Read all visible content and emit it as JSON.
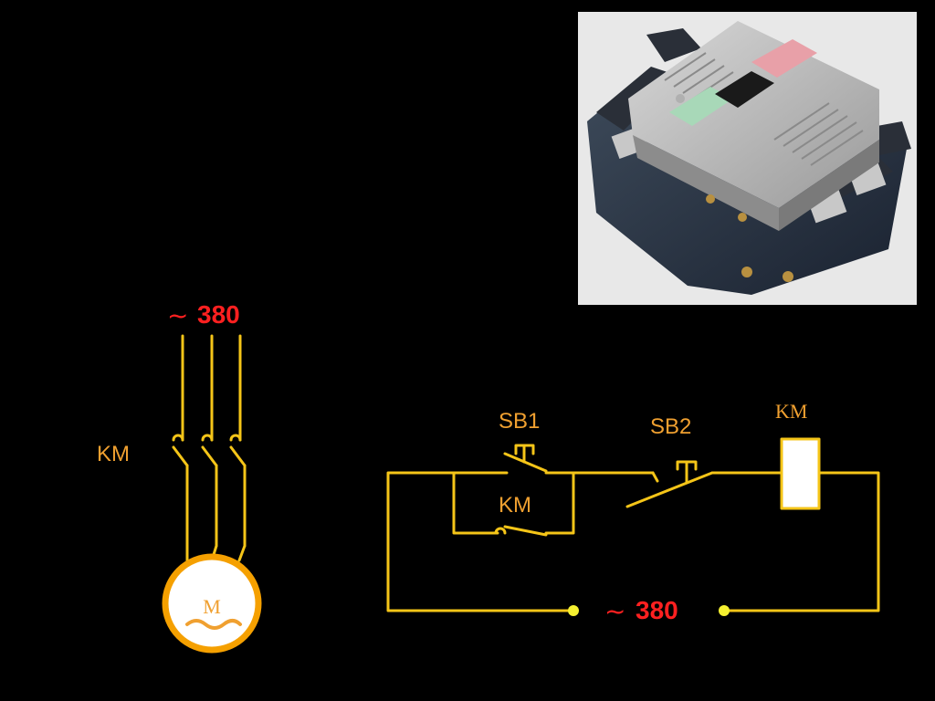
{
  "colors": {
    "background": "#000000",
    "wire": "#f5c518",
    "label": "#f0a030",
    "voltage": "#ff2020",
    "coil_fill": "#ffffff",
    "motor_ring": "#f5a000",
    "motor_fill": "#ffffff"
  },
  "photo": {
    "subject": "contactor-photo"
  },
  "main_circuit": {
    "supply_tilde": "~",
    "supply_value": "380",
    "contactor_label": "KM",
    "motor_label": "M"
  },
  "control_circuit": {
    "sb1_label": "SB1",
    "sb2_label": "SB2",
    "coil_label": "KM",
    "aux_contact_label": "KM",
    "supply_tilde": "~",
    "supply_value": "380"
  }
}
